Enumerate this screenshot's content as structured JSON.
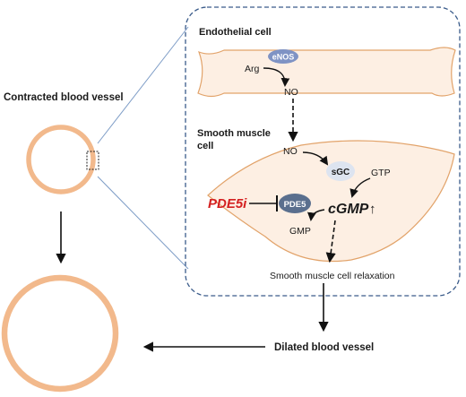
{
  "labels": {
    "contracted_vessel": "Contracted blood vessel",
    "endothelial_cell": "Endothelial cell",
    "smooth_muscle_line1": "Smooth muscle",
    "smooth_muscle_line2": "cell",
    "arg": "Arg",
    "enos": "eNOS",
    "no_endothelial": "NO",
    "no_smooth": "NO",
    "sgc": "sGC",
    "gtp": "GTP",
    "pde5i": "PDE5i",
    "pde5": "PDE5",
    "cgmp": "cGMP",
    "cgmp_arrow": "↑",
    "gmp": "GMP",
    "relaxation": "Smooth muscle cell relaxation",
    "dilated_vessel": "Dilated blood vessel"
  },
  "colors": {
    "vessel_ring": "#f2b98c",
    "cell_fill": "#fdefe3",
    "cell_stroke": "#e2a36a",
    "frame_dash": "#3a5b8a",
    "zoom_lines": "#7d9cc6",
    "enos_fill": "#7f93c4",
    "sgc_fill": "#dde4f0",
    "pde5_fill": "#5a6f8e",
    "inhibitor_text": "#d42020"
  }
}
